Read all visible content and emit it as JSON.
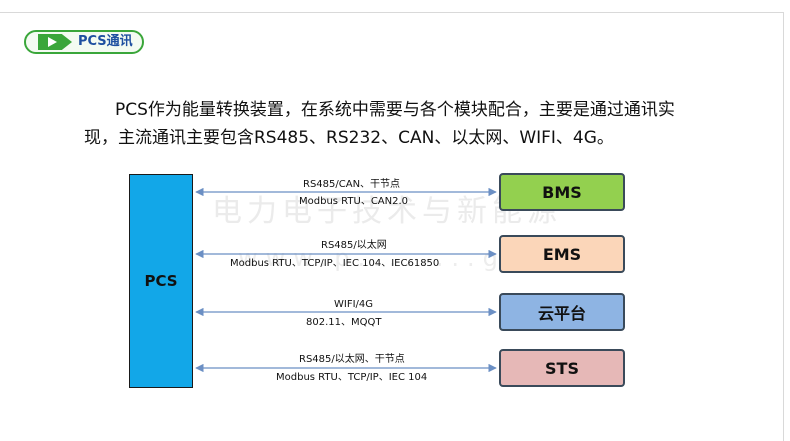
{
  "section": {
    "label": "PCS通讯",
    "icon": "play-arrow-icon",
    "accent_color": "#3aa63a"
  },
  "intro": {
    "line1": "PCS作为能量转换装置，在系统中需要与各个模块配合，主要是通过通讯实",
    "line2": "现，主流通讯主要包含RS485、RS232、CAN、以太网、WIFI、4G。"
  },
  "watermark": {
    "line1": "电力电子技术与新能源",
    "line2": "www.p........grid.cn"
  },
  "diagram": {
    "pcs": {
      "label": "PCS",
      "color": "#12a7e8"
    },
    "modules": [
      {
        "label": "BMS",
        "color": "#93d04f",
        "top_label": "RS485/CAN、干节点",
        "bottom_label": "Modbus RTU、CAN2.0"
      },
      {
        "label": "EMS",
        "color": "#fbd6b9",
        "top_label": "RS485/以太网",
        "bottom_label": "Modbus RTU、TCP/IP、IEC 104、IEC61850"
      },
      {
        "label": "云平台",
        "color": "#8eb4e3",
        "top_label": "WIFI/4G",
        "bottom_label": "802.11、MQQT"
      },
      {
        "label": "STS",
        "color": "#e6b8b7",
        "top_label": "RS485/以太网、干节点",
        "bottom_label": "Modbus RTU、TCP/IP、IEC 104"
      }
    ],
    "arrow_color": "#6b8fc4"
  }
}
